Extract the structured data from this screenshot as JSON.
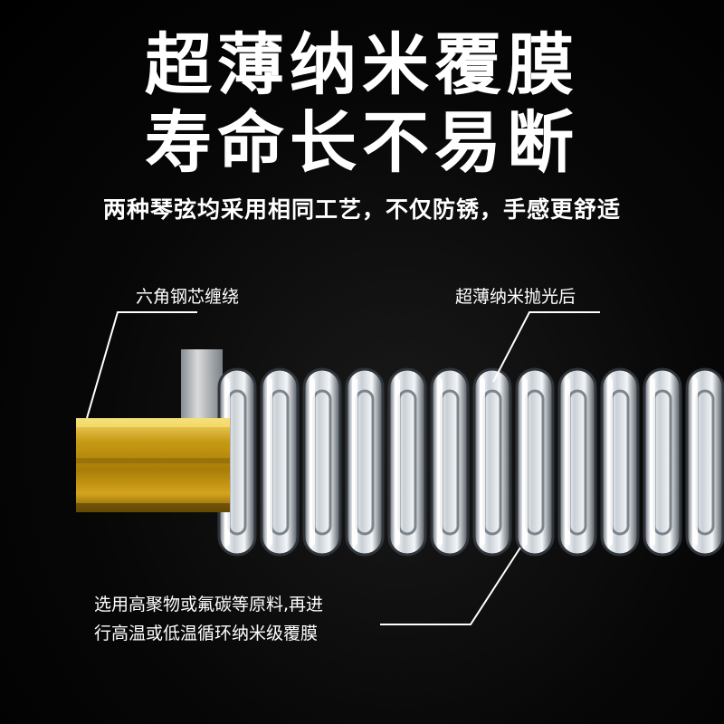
{
  "headline": {
    "line1": "超薄纳米覆膜",
    "line2": "寿命长不易断"
  },
  "subtitle": "两种琴弦均采用相同工艺，不仅防锈，手感更舒适",
  "callouts": {
    "core": "六角钢芯缠绕",
    "polish": "超薄纳米抛光后",
    "process_line1": "选用高聚物或氟碳等原料,再进",
    "process_line2": "行高温或低温循环纳米级覆膜"
  },
  "colors": {
    "background": "#000000",
    "text": "#ffffff",
    "core_gold": "#d4a017",
    "winding_silver": "#d8dde2"
  }
}
